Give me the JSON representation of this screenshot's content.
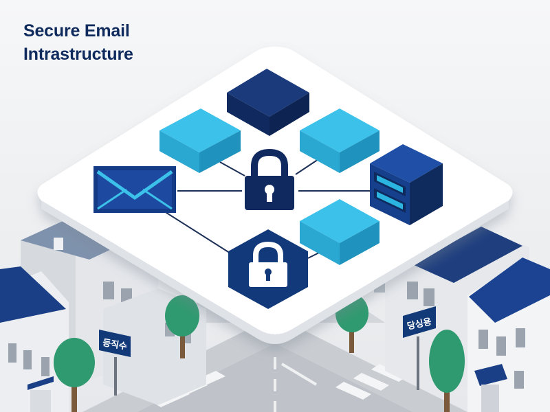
{
  "title": {
    "line1": "Secure Email",
    "line2": "Intrastructure"
  },
  "street_signs": {
    "left": "등직수",
    "right": "당싱용"
  },
  "colors": {
    "navy": "#0f2a5c",
    "dark_blue": "#12397a",
    "cyan": "#2bb4e0",
    "background": "#f1f2f4",
    "platform": "#ffffff",
    "tree": "#2f9a6f"
  },
  "icons": [
    "email-envelope-icon",
    "padlock-icon",
    "shield-padlock-icon",
    "server-rack-icon",
    "data-cube-icon"
  ]
}
